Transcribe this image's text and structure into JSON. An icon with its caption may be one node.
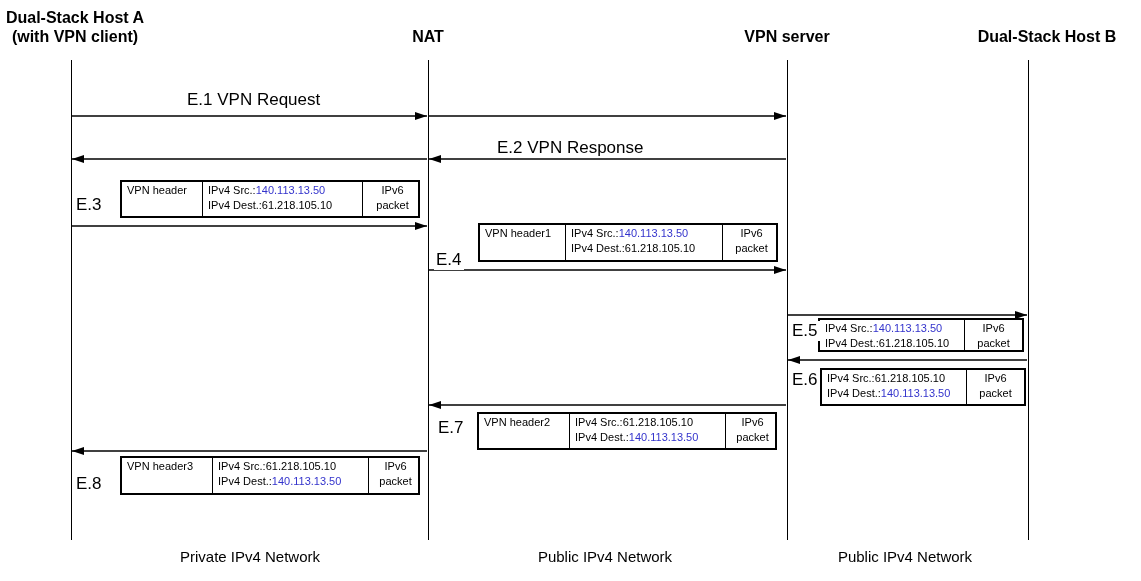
{
  "diagram": {
    "nodes": [
      {
        "text": [
          "Dual-Stack Host A (with VPN client)"
        ]
      },
      {
        "text": [
          "NAT"
        ]
      },
      {
        "text": [
          "VPN server"
        ]
      },
      {
        "text": [
          "Dual-Stack Host B"
        ]
      },
      {
        "text": [
          "VPN header",
          "IPv4 Src.:140.113.13.50",
          "IPv4 Dest.:61.218.105.10",
          "IPv6 packet"
        ]
      },
      {
        "text": [
          "VPN header1",
          "IPv4 Src.:140.113.13.50",
          "IPv4 Dest.:61.218.105.10",
          "IPv6 packet"
        ]
      },
      {
        "text": [
          "IPv4 Src.:140.113.13.50",
          "IPv4 Dest.:61.218.105.10",
          "IPv6 packet"
        ]
      },
      {
        "text": [
          "IPv4 Src.:61.218.105.10",
          "IPv4 Dest.:140.113.13.50",
          "IPv6 packet"
        ]
      },
      {
        "text": [
          "VPN header2",
          "IPv4 Src.:61.218.105.10",
          "IPv4 Dest.:140.113.13.50",
          "IPv6 packet"
        ]
      },
      {
        "text": [
          "VPN header3",
          "IPv4 Src.:61.218.105.10",
          "IPv4 Dest.:140.113.13.50",
          "IPv6 packet"
        ]
      }
    ],
    "edges": [
      {
        "from": 0,
        "to": 1,
        "arrow": "to",
        "label": "E.1 VPN Request"
      },
      {
        "from": 1,
        "to": 2,
        "arrow": "to"
      },
      {
        "from": 2,
        "to": 1,
        "arrow": "to",
        "label": "E.2 VPN Response"
      },
      {
        "from": 1,
        "to": 0,
        "arrow": "to"
      },
      {
        "from": 0,
        "to": 1,
        "arrow": "to",
        "label": "E.3"
      },
      {
        "from": 1,
        "to": 2,
        "arrow": "to",
        "label": "E.4"
      },
      {
        "from": 2,
        "to": 3,
        "arrow": "to",
        "label": "E.5"
      },
      {
        "from": 3,
        "to": 2,
        "arrow": "to",
        "label": "E.6"
      },
      {
        "from": 2,
        "to": 1,
        "arrow": "to",
        "label": "E.7"
      },
      {
        "from": 1,
        "to": 0,
        "arrow": "to",
        "label": "E.8"
      }
    ],
    "labels": [
      "Private IPv4 Network",
      "Public IPv4 Network",
      "Public IPv4 Network"
    ]
  }
}
